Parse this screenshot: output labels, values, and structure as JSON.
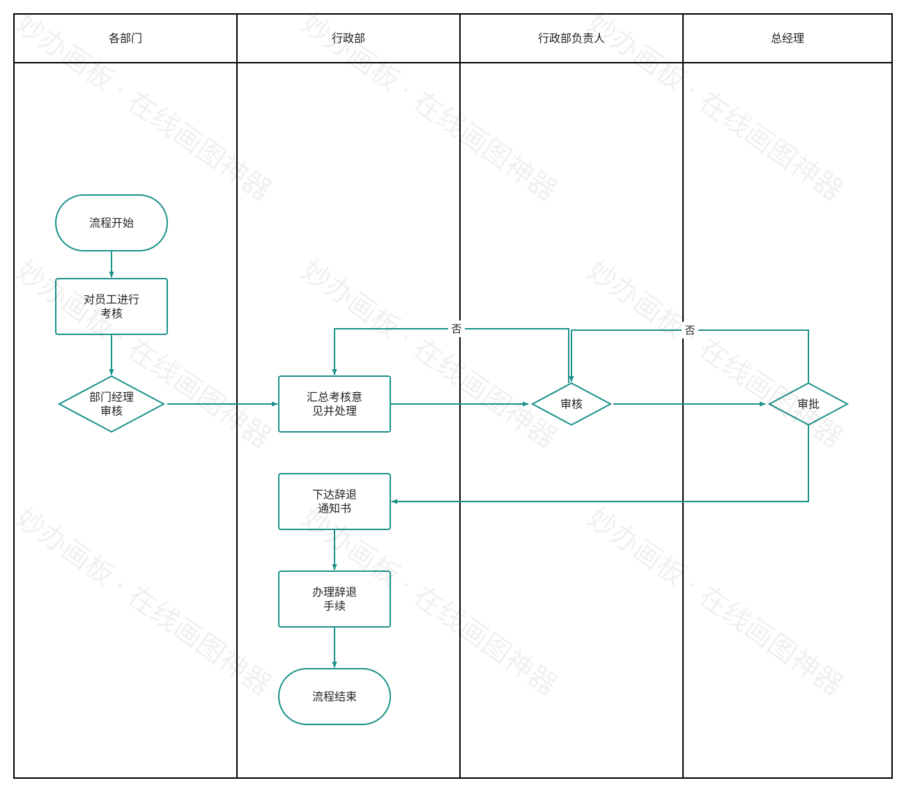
{
  "lanes": [
    {
      "id": "dept",
      "title": "各部门"
    },
    {
      "id": "admin",
      "title": "行政部"
    },
    {
      "id": "admin_head",
      "title": "行政部负责人"
    },
    {
      "id": "gm",
      "title": "总经理"
    }
  ],
  "nodes": {
    "start": {
      "lines": [
        "流程开始"
      ]
    },
    "assess_staff": {
      "lines": [
        "对员工进行",
        "考核"
      ]
    },
    "dept_review": {
      "lines": [
        "部门经理",
        "审核"
      ]
    },
    "summarize": {
      "lines": [
        "汇总考核意",
        "见并处理"
      ]
    },
    "head_review": {
      "lines": [
        "审核"
      ]
    },
    "gm_approve": {
      "lines": [
        "审批"
      ]
    },
    "issue_notice": {
      "lines": [
        "下达辞退",
        "通知书"
      ]
    },
    "process": {
      "lines": [
        "办理辞退",
        "手续"
      ]
    },
    "end": {
      "lines": [
        "流程结束"
      ]
    }
  },
  "edge_labels": {
    "head_no": "否",
    "gm_no": "否"
  },
  "watermark": {
    "text1": "妙办画板",
    "text2": "· 在线画图神器"
  },
  "colors": {
    "accent": "#1a9189",
    "border": "#000000",
    "text": "#222222",
    "background": "#ffffff"
  }
}
